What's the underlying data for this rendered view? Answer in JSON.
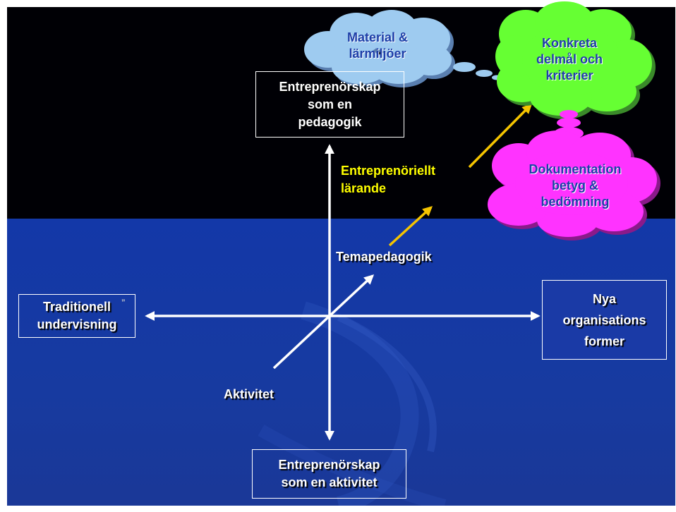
{
  "colors": {
    "top_background": "#000005",
    "bottom_background": "#1338a8",
    "arrow_white": "#ffffff",
    "arrow_yellow": "#f5c400",
    "cloud_light_blue": "#9ecbf0",
    "cloud_green": "#66ff33",
    "cloud_magenta": "#ff33ff",
    "cloud_text_blue": "#1f3fa8",
    "yellow_text": "#ffff00"
  },
  "boxes": {
    "top": "Entreprenörskap\nsom en\npedagogik",
    "bottom": "Entreprenörskap\nsom en aktivitet",
    "left": "Traditionell\nundervisning",
    "right": "Nya\norganisations\nformer"
  },
  "left_box_footnote": "”",
  "labels": {
    "temapedagogik": "Temapedagogik",
    "aktivitet": "Aktivitet",
    "entreprenoriellt": "Entreprenöriellt\nlärande"
  },
  "clouds": {
    "material": "Material &\nlärmiljöer",
    "konkreta": "Konkreta\ndelmål och\nkriterier",
    "dokumentation": "Dokumentation\nbetyg &\nbedömning"
  }
}
